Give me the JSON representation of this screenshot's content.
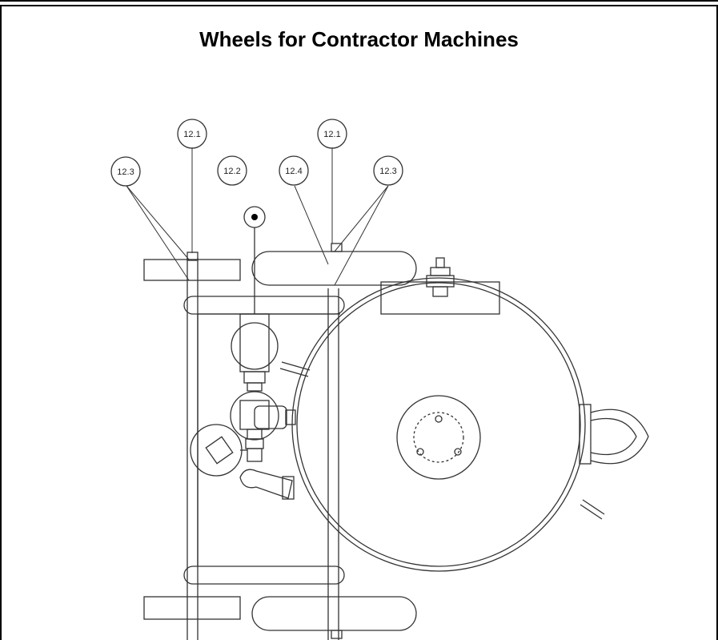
{
  "page": {
    "title": "Wheels for Contractor Machines"
  },
  "callouts": [
    {
      "id": "callout-12-1-left",
      "label": "12.1"
    },
    {
      "id": "callout-12-1-right",
      "label": "12.1"
    },
    {
      "id": "callout-12-2",
      "label": "12.2"
    },
    {
      "id": "callout-12-3-left",
      "label": "12.3"
    },
    {
      "id": "callout-12-3-right",
      "label": "12.3"
    },
    {
      "id": "callout-12-4",
      "label": "12.4"
    }
  ],
  "colors": {
    "line": "#333333",
    "background": "#ffffff"
  }
}
